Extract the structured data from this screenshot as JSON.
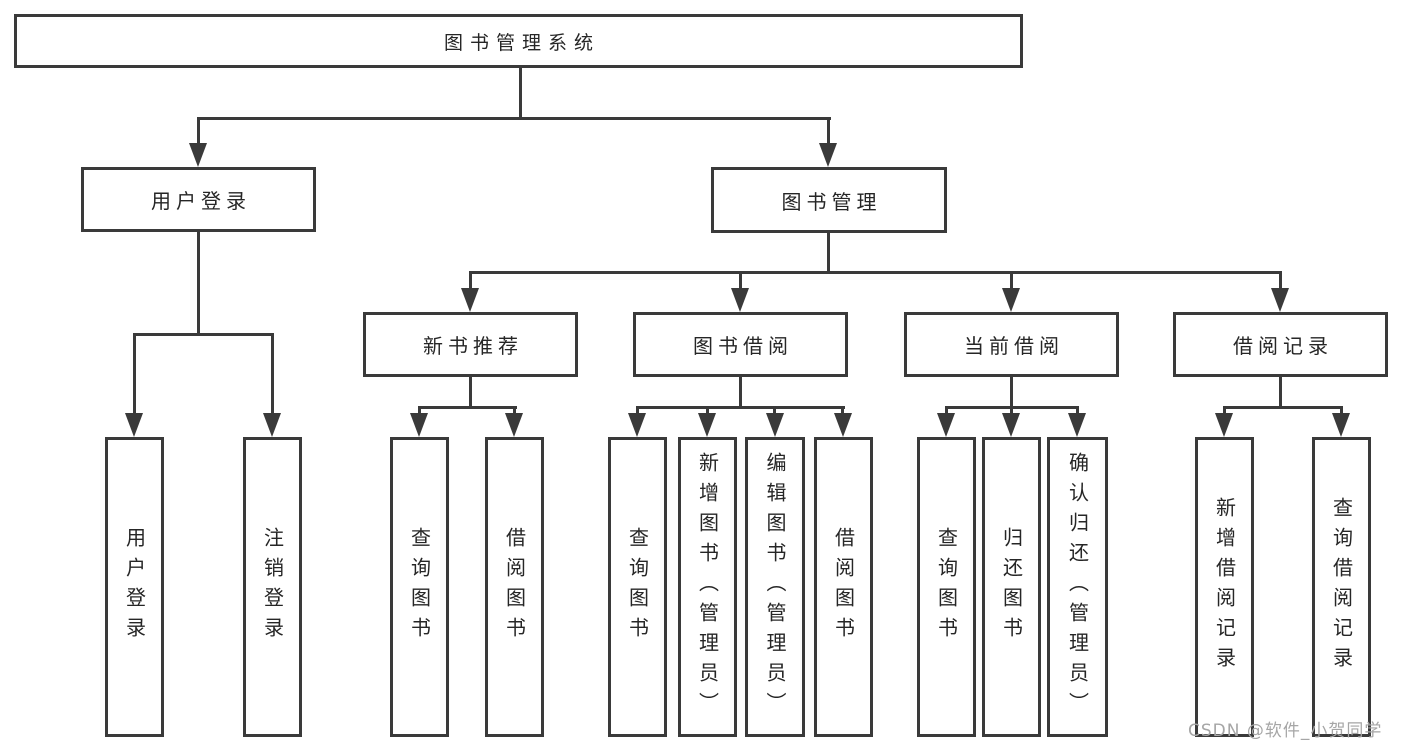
{
  "nodes": {
    "root": "图书管理系统",
    "user_login": "用户登录",
    "book_management": "图书管理",
    "new_books": "新书推荐",
    "book_borrowing": "图书借阅",
    "current_borrowing": "当前借阅",
    "borrowing_records": "借阅记录"
  },
  "leaves": [
    "用户登录",
    "注销登录",
    "查询图书",
    "借阅图书",
    "查询图书",
    "新增图书（管理员）",
    "编辑图书（管理员）",
    "借阅图书",
    "查询图书",
    "归还图书",
    "确认归还（管理员）",
    "新增借阅记录",
    "查询借阅记录"
  ],
  "hierarchy": [
    {
      "parent": "图书管理系统",
      "children": [
        "用户登录",
        "图书管理"
      ]
    },
    {
      "parent": "用户登录",
      "children": [
        "用户登录",
        "注销登录"
      ]
    },
    {
      "parent": "图书管理",
      "children": [
        "新书推荐",
        "图书借阅",
        "当前借阅",
        "借阅记录"
      ]
    },
    {
      "parent": "新书推荐",
      "children": [
        "查询图书",
        "借阅图书"
      ]
    },
    {
      "parent": "图书借阅",
      "children": [
        "查询图书",
        "新增图书（管理员）",
        "编辑图书（管理员）",
        "借阅图书"
      ]
    },
    {
      "parent": "当前借阅",
      "children": [
        "查询图书",
        "归还图书",
        "确认归还（管理员）"
      ]
    },
    {
      "parent": "借阅记录",
      "children": [
        "新增借阅记录",
        "查询借阅记录"
      ]
    }
  ],
  "watermark": "CSDN @软件_小贺同学",
  "colors": {
    "line": "#3a3a3a",
    "text": "#262626",
    "watermark": "#a6a6a6",
    "background": "#ffffff"
  }
}
